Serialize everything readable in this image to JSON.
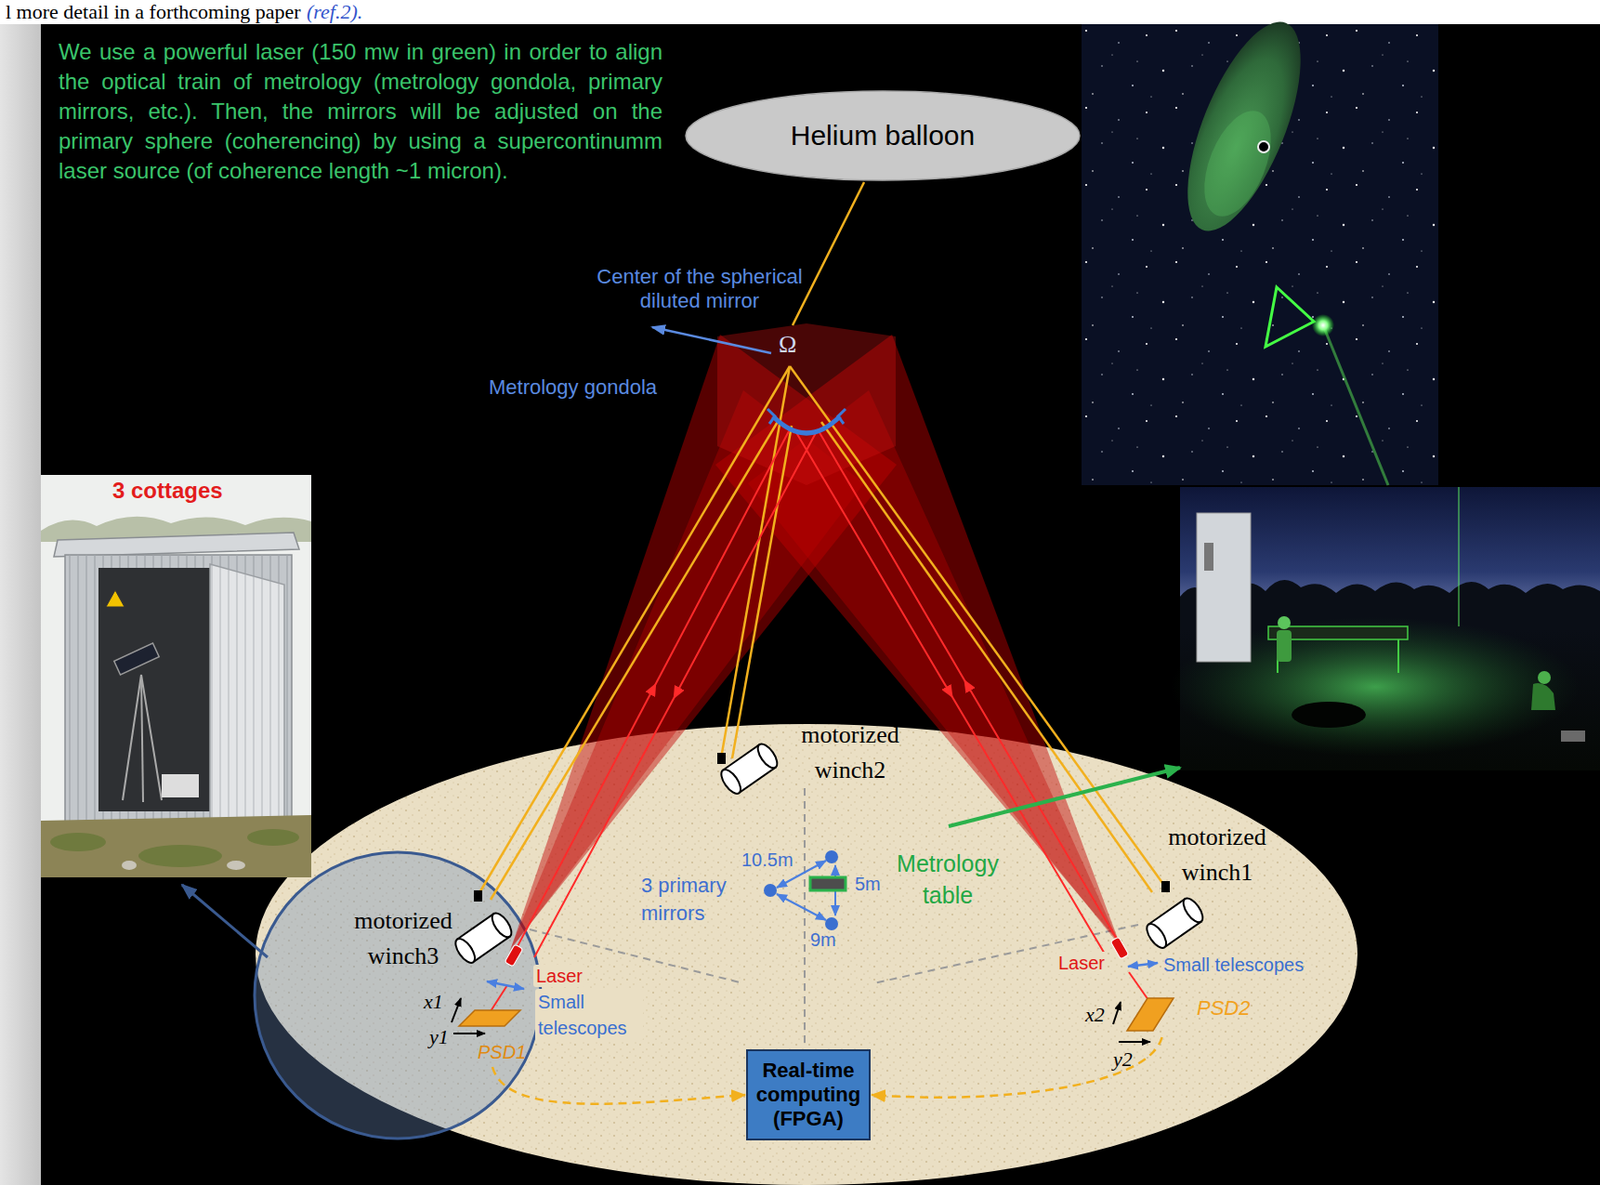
{
  "diagram": {
    "nodes": [
      {
        "text": [
          "Helium balloon"
        ]
      },
      {
        "text": [
          "PSD1"
        ]
      },
      {
        "text": [
          "PSD2"
        ]
      },
      {
        "text": [
          "Real-time computing (FPGA)"
        ]
      }
    ],
    "edges": [
      {
        "from": 1,
        "to": 3,
        "arrow": "to"
      },
      {
        "from": 2,
        "to": 3,
        "arrow": "to"
      }
    ],
    "labels": [
      "l more detail in a forthcoming paper",
      "(ref.2).",
      "We use a powerful laser (150 mw in green) in order to align the optical train of metrology (metrology gondola, primary mirrors, etc.). Then, the mirrors will be adjusted on the primary sphere (coherencing) by using a supercontinumm laser source (of coherence length ~1 micron).",
      "Center of the spherical diluted mirror",
      "Ω",
      "Metrology gondola",
      "3 cottages",
      "motorized winch2",
      "motorized winch1",
      "motorized winch3",
      "3 primary mirrors",
      "10.5m",
      "5m",
      "9m",
      "Metrology table",
      "Laser",
      "Small telescopes",
      "x1",
      "y1",
      "Laser",
      "Small telescopes",
      "x2",
      "y2"
    ]
  }
}
